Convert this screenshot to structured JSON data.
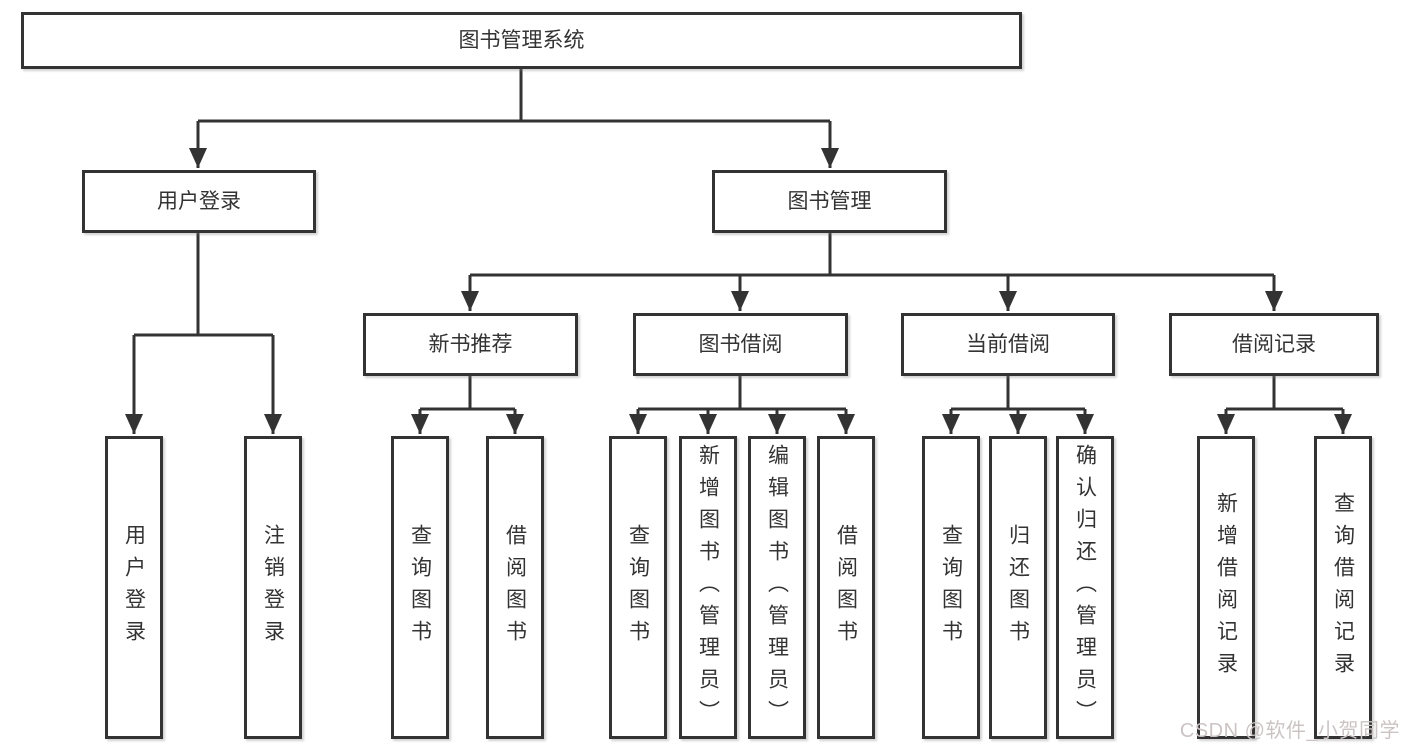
{
  "tree": {
    "root_label": "图书管理系统",
    "branches": [
      {
        "label": "用户登录",
        "children": [
          {
            "label": "用户登录"
          },
          {
            "label": "注销登录"
          }
        ]
      },
      {
        "label": "图书管理",
        "groups": [
          {
            "label": "新书推荐",
            "children": [
              {
                "label": "查询图书"
              },
              {
                "label": "借阅图书"
              }
            ]
          },
          {
            "label": "图书借阅",
            "children": [
              {
                "label": "查询图书"
              },
              {
                "label": "新增图书（管理员）"
              },
              {
                "label": "编辑图书（管理员）"
              },
              {
                "label": "借阅图书"
              }
            ]
          },
          {
            "label": "当前借阅",
            "children": [
              {
                "label": "查询图书"
              },
              {
                "label": "归还图书"
              },
              {
                "label": "确认归还（管理员）"
              }
            ]
          },
          {
            "label": "借阅记录",
            "children": [
              {
                "label": "新增借阅记录"
              },
              {
                "label": "查询借阅记录"
              }
            ]
          }
        ]
      }
    ]
  },
  "watermark": {
    "text": "CSDN @软件_小贺同学"
  },
  "colors": {
    "line": "#333333",
    "box_border": "#333333",
    "box_fill": "#ffffff",
    "text": "#333333",
    "watermark": "#ccc4c4",
    "background": "#ffffff"
  }
}
